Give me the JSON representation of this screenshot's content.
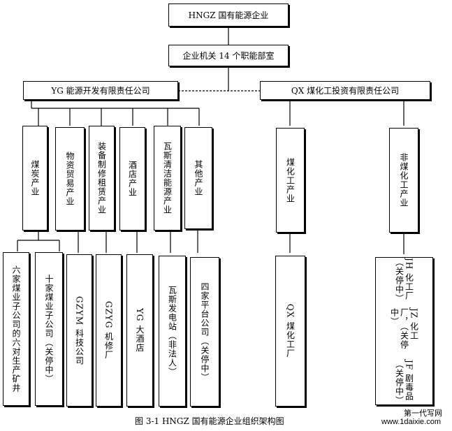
{
  "root": "HNGZ 国有能源企业",
  "hq": "企业机关 14 个职能部室",
  "companies": {
    "yg": "YG 能源开发有限责任公司",
    "qx": "QX 煤化工投资有限责任公司"
  },
  "yg_industries": [
    "煤炭产业",
    "物资贸易产业",
    "装备制修租赁产业",
    "酒店产业",
    "瓦斯清洁能源产业",
    "其他产业"
  ],
  "qx_industries": [
    "煤化工产业",
    "非煤化工产业"
  ],
  "units": {
    "u1": "六家煤业子公司的六对生产矿井",
    "u2": "十家煤业子公司（关停中）",
    "u3": "GZYM 科技公司",
    "u4": "GZYG 机修厂",
    "u5": "YG 大酒店",
    "u6": "瓦斯发电站（非法人）",
    "u7": "四家平台公司（关停中）",
    "u8": "QX 煤化工厂",
    "u9": [
      "JH 化工厂（关停中）",
      "JZ 化工厂，（关停中）",
      "JF 剧毒品（关停中）"
    ]
  },
  "caption": "图 3-1   HNGZ 国有能源企业组织架构图",
  "watermark": {
    "line1": "第一代写网",
    "line2": "www.1daixie.com"
  }
}
